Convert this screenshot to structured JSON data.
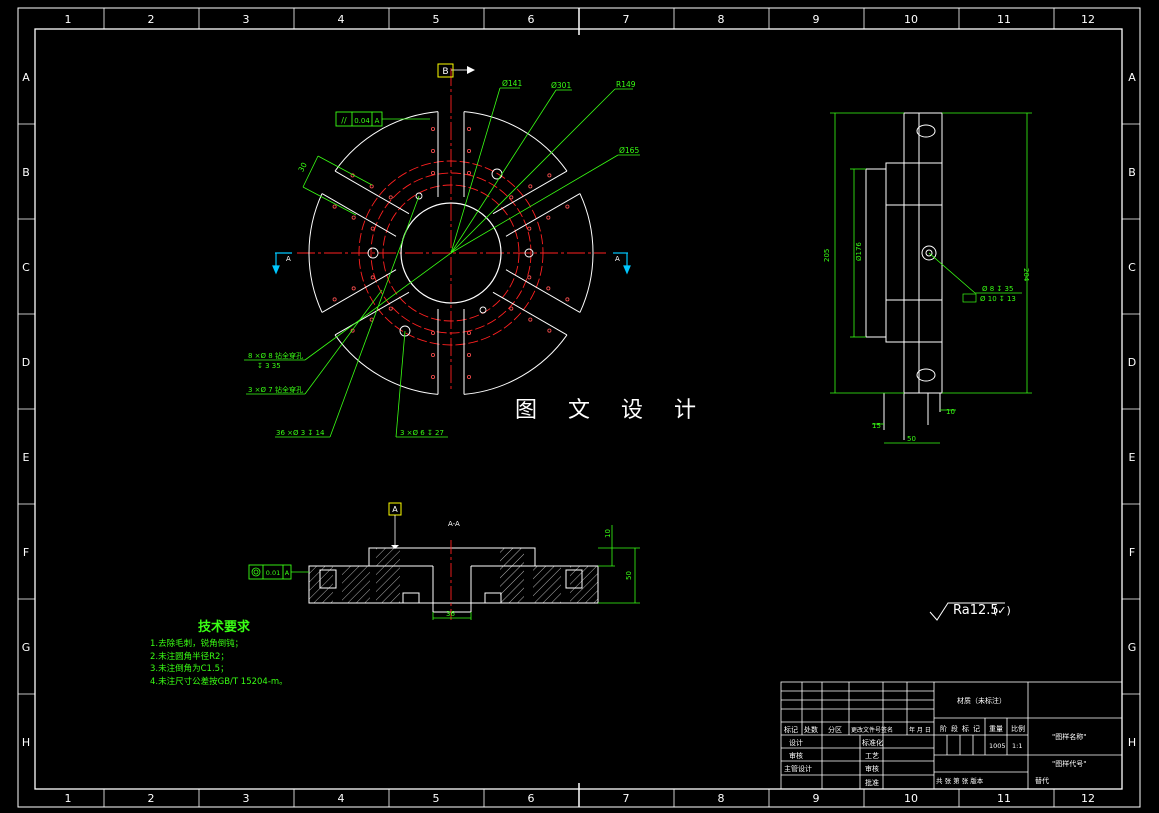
{
  "frame": {
    "col_numbers": [
      "1",
      "2",
      "3",
      "4",
      "5",
      "6",
      "7",
      "8",
      "9",
      "10",
      "11",
      "12"
    ],
    "row_letters": [
      "A",
      "B",
      "C",
      "D",
      "E",
      "F",
      "G",
      "H"
    ]
  },
  "colors": {
    "outline": "#ffffff",
    "dimension": "#39ff14",
    "centerline": "#ff2020",
    "section_marker": "#00c8ff",
    "datum_box": "#ffff00",
    "background": "#000000"
  },
  "watermark": "图 文 设 计",
  "top_view": {
    "datum_b": "B",
    "flatness_symbol": "//",
    "flatness_value": "0.04",
    "flatness_ref": "A",
    "dim_d141": "Ø141",
    "dim_d301": "Ø301",
    "dim_r149": "R149",
    "dim_d165": "Ø165",
    "dim_30": "30",
    "section_label": "A",
    "note_holes1": "8 ×Ø 8 钻全穿孔",
    "note_holes1_depth": "↧ 3 35",
    "note_holes2": "3 ×Ø 7 钻全穿孔",
    "note_holes3": "36 ×Ø 3 ↧ 14",
    "note_holes4": "3 ×Ø 6 ↧ 27"
  },
  "side_view": {
    "dim_205": "205",
    "dim_d176": "Ø176",
    "dim_204": "204",
    "hole_note1": "Ø 8 ↧ 35",
    "hole_note2": "Ø 10 ↧ 13",
    "dim_15": "15",
    "dim_10": "10",
    "dim_50": "50"
  },
  "section_view": {
    "datum_a": "A",
    "section_title": "A-A",
    "concentricity_value": "0.01",
    "concentricity_ref": "A",
    "dim_10": "10",
    "dim_50": "50",
    "dim_36": "36"
  },
  "surface_finish": {
    "value": "Ra12.5",
    "suffix": "(✓)"
  },
  "tech_requirements": {
    "title": "技术要求",
    "items": [
      "1.去除毛刺，锐角倒钝；",
      "2.未注圆角半径R2；",
      "3.未注倒角为C1.5；",
      "4.未注尺寸公差按GB/T 15204-m。"
    ]
  },
  "title_block": {
    "material": "材质（未标注）",
    "drawing_name": "\"图样名称\"",
    "drawing_code": "\"图样代号\"",
    "col_headers": [
      "标记",
      "处数",
      "分区",
      "更改文件号签名",
      "年 月 日"
    ],
    "stage_headers": [
      "阶",
      "段",
      "标",
      "记"
    ],
    "weight_label": "重量",
    "scale_label": "比例",
    "weight_value": "1005",
    "scale_value": "1:1",
    "row_design": "设计",
    "row_standard": "标准化",
    "row_check": "审核",
    "row_process": "工艺",
    "row_chief": "主管设计",
    "row_approve": "审核",
    "row_approve2": "批准",
    "sheets_label": "共  张  第  张  版本",
    "replace_label": "替代"
  }
}
